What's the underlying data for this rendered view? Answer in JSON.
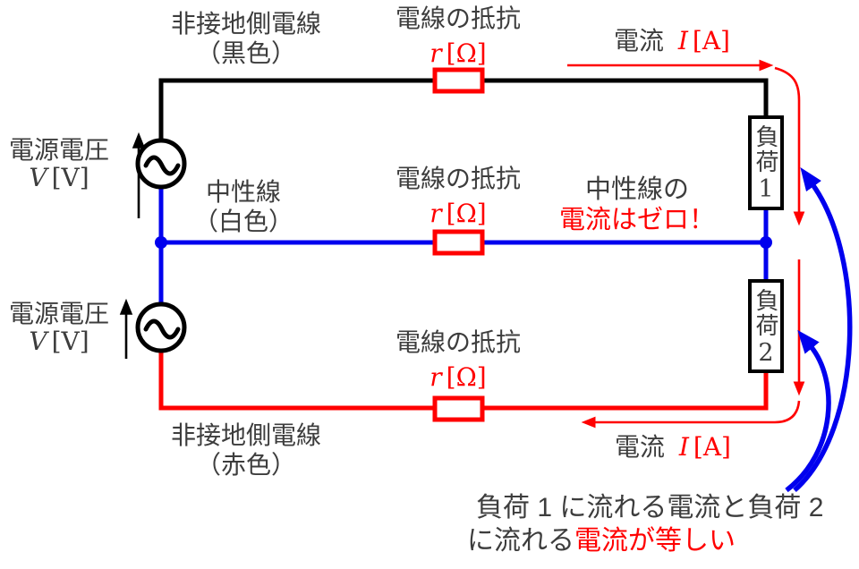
{
  "colors": {
    "red": "#ff0000",
    "blue": "#0000ee",
    "dark": "#3d3d3d",
    "black": "#000000"
  },
  "labels": {
    "top_wire": {
      "line1": "非接地側電線",
      "line2": "（黒色）"
    },
    "neutral_wire": {
      "line1": "中性線",
      "line2": "（白色）"
    },
    "bottom_wire": {
      "line1": "非接地側電線",
      "line2": "（赤色）"
    },
    "source1": {
      "label": "電源電圧",
      "symbol": "V",
      "unit": "[V]"
    },
    "source2": {
      "label": "電源電圧",
      "symbol": "V",
      "unit": "[V]"
    },
    "resistor_top": {
      "label": "電線の抵抗",
      "symbol": "r",
      "unit": "[Ω]"
    },
    "resistor_mid": {
      "label": "電線の抵抗",
      "symbol": "r",
      "unit": "[Ω]"
    },
    "resistor_bottom": {
      "label": "電線の抵抗",
      "symbol": "r",
      "unit": "[Ω]"
    },
    "current_top": {
      "prefix": "電流",
      "symbol": "I",
      "unit": "[A]"
    },
    "current_bottom": {
      "prefix": "電流",
      "symbol": "I",
      "unit": "[A]"
    },
    "neutral_note": {
      "line1": "中性線の",
      "line2": "電流はゼロ！"
    },
    "load1": {
      "name": "負荷",
      "number": "1"
    },
    "load2": {
      "name": "負荷",
      "number": "2"
    },
    "equal_note": {
      "line1": "負荷 1 に流れる電流と負荷 2",
      "line2_black": "に流れる",
      "line2_red": "電流が等しい"
    }
  }
}
